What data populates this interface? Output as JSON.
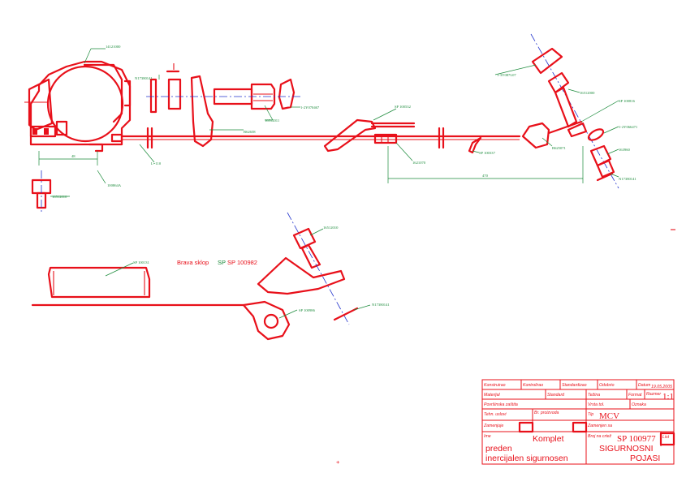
{
  "labels": {
    "top_left_part": "14121000",
    "washer_top": "N17380141",
    "bolt_label_1": "16512011",
    "cap_label": "1-2Y070467",
    "belt_label": "B62658",
    "length_dim_left": "L=110",
    "left_sub_dim": "48",
    "bolt_bottom": "16512010",
    "retractor_label": "100864A",
    "mid_buckle_label": "SP 100532",
    "mid_stop_label": "1621070",
    "mid_guide_label": "SP 100337",
    "length_dim_right": "470",
    "cap_right_label": "1-3Y087L07",
    "bolt_right_label": "16512000",
    "anchor_right_label": "SP 100816",
    "ring_label": "B625071",
    "washer_right_label": "1-2Y066471",
    "spacer_right_label": "163960",
    "washer_bottom_right": "N17380141",
    "lower_bolt_label": "16512010",
    "lower_housing_label": "SP 100131",
    "lower_plate_label": "SP 100986",
    "lower_washer_label": "N17380141"
  },
  "assembly_title": {
    "text": "Brava sklop",
    "code": "SP 100982"
  },
  "title_block": {
    "projected_label": "Konstruirao",
    "checked_label": "Kontrolirao",
    "standard_label": "Standardizao",
    "approved_label": "Odobrio",
    "date_label": "Datum",
    "date_value": "19.05.2005",
    "material_label": "Materijal",
    "standard_label2": "Standard",
    "weight_label": "Težina",
    "format_label": "Format",
    "scale_label": "Razmer",
    "scale_value": "1:1",
    "surface_label": "Površinska zaštita",
    "tolerance_label": "Vrsta tol.",
    "marking_label": "Oznaka",
    "tech_label": "Tehn. uslovi",
    "pieces_label": "Br. proizvoda",
    "type_label": "Tip",
    "type_value": "MCV",
    "replaces_label": "Zamenjuje",
    "replaced_label": "Zamenjen sa",
    "name_label": "Ime",
    "name_value_1": "Komplet",
    "name_value_2": "preden",
    "name_value_3": "inercijalen sigurnosen",
    "drawing_no_label": "Broj na crtež",
    "drawing_no_value": "SP 100977",
    "sheet_label": "List",
    "product_label_1": "SIGURNOSNI",
    "product_label_2": "POJASI"
  },
  "colors": {
    "part": "#e8101a",
    "leader": "#1a8a3a",
    "centerline": "#2233cc"
  }
}
